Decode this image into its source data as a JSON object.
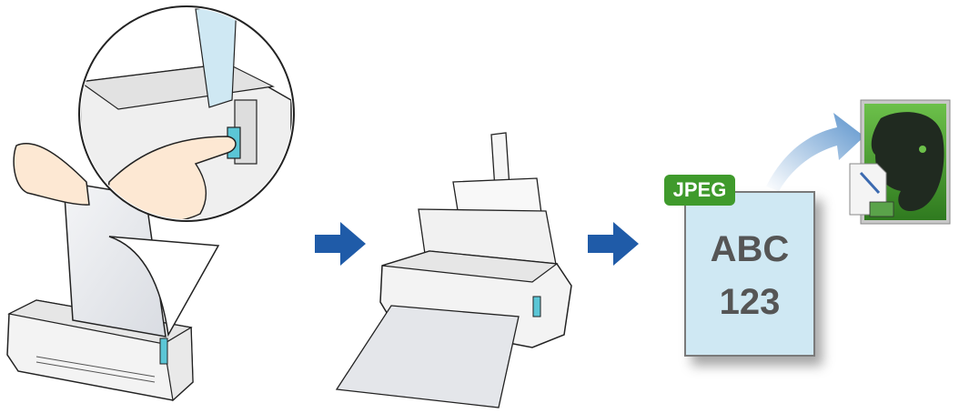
{
  "doc_tag": "JPEG",
  "doc_line1": "ABC",
  "doc_line2": "123",
  "colors": {
    "arrow": "#1f5ba8",
    "jpeg_tag": "#3f9a2c",
    "doc_fill": "#cfe8f3",
    "evernote_bg": "#4a9b2f",
    "curve_arrow": "#5b93cc",
    "scanner_body": "#f2f2f2",
    "scanner_accent": "#5bc6d6"
  },
  "icons": [
    "hand-pressing-scan-button",
    "scanner-closeup",
    "scanner-feeding-paper",
    "arrow-right-icon",
    "evernote-icon",
    "jpg-file-icon",
    "curved-arrow-icon"
  ]
}
